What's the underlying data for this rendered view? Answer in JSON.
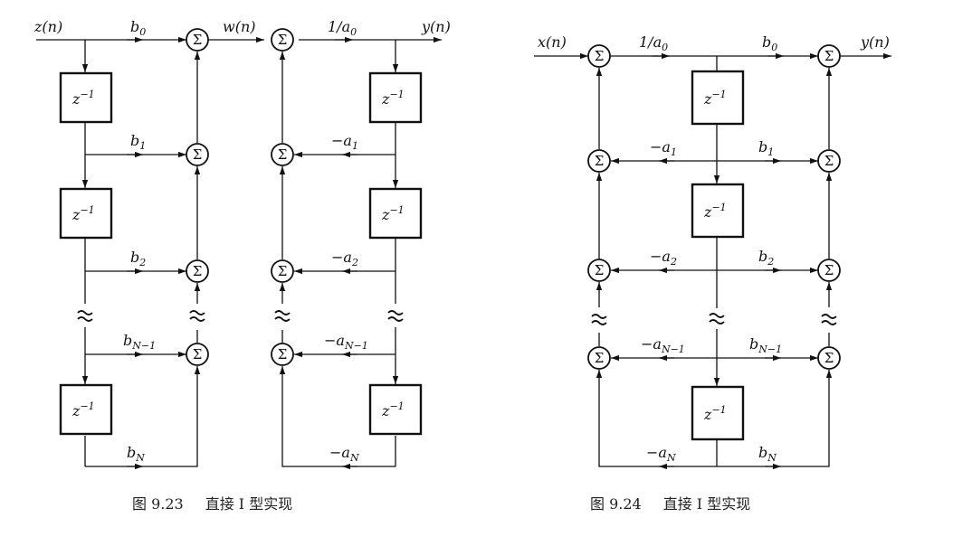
{
  "figures": [
    {
      "id": "fig-9-23",
      "caption_number": "图 9.23",
      "caption_text": "直接 Ⅰ 型实现",
      "input": "z(n)",
      "middle": "w(n)",
      "output": "y(n)",
      "gain_in": "b",
      "gain_in_sub": "0",
      "gain_out": "1/a",
      "gain_out_sub": "0",
      "delay_base": "z",
      "delay_sup": "−1",
      "sum_symbol": "Σ",
      "ff": [
        {
          "base": "b",
          "sub": "1"
        },
        {
          "base": "b",
          "sub": "2"
        },
        {
          "base": "b",
          "sub": "N−1"
        },
        {
          "base": "b",
          "sub": "N"
        }
      ],
      "fb": [
        {
          "base": "−a",
          "sub": "1"
        },
        {
          "base": "−a",
          "sub": "2"
        },
        {
          "base": "−a",
          "sub": "N−1"
        },
        {
          "base": "−a",
          "sub": "N"
        }
      ]
    },
    {
      "id": "fig-9-24",
      "caption_number": "图 9.24",
      "caption_text": "直接 Ⅰ 型实现",
      "input": "x(n)",
      "output": "y(n)",
      "gain_in": "1/a",
      "gain_in_sub": "0",
      "gain_out": "b",
      "gain_out_sub": "0",
      "delay_base": "z",
      "delay_sup": "−1",
      "sum_symbol": "Σ",
      "ff": [
        {
          "base": "b",
          "sub": "1"
        },
        {
          "base": "b",
          "sub": "2"
        },
        {
          "base": "b",
          "sub": "N−1"
        },
        {
          "base": "b",
          "sub": "N"
        }
      ],
      "fb": [
        {
          "base": "−a",
          "sub": "1"
        },
        {
          "base": "−a",
          "sub": "2"
        },
        {
          "base": "−a",
          "sub": "N−1"
        },
        {
          "base": "−a",
          "sub": "N"
        }
      ]
    }
  ]
}
